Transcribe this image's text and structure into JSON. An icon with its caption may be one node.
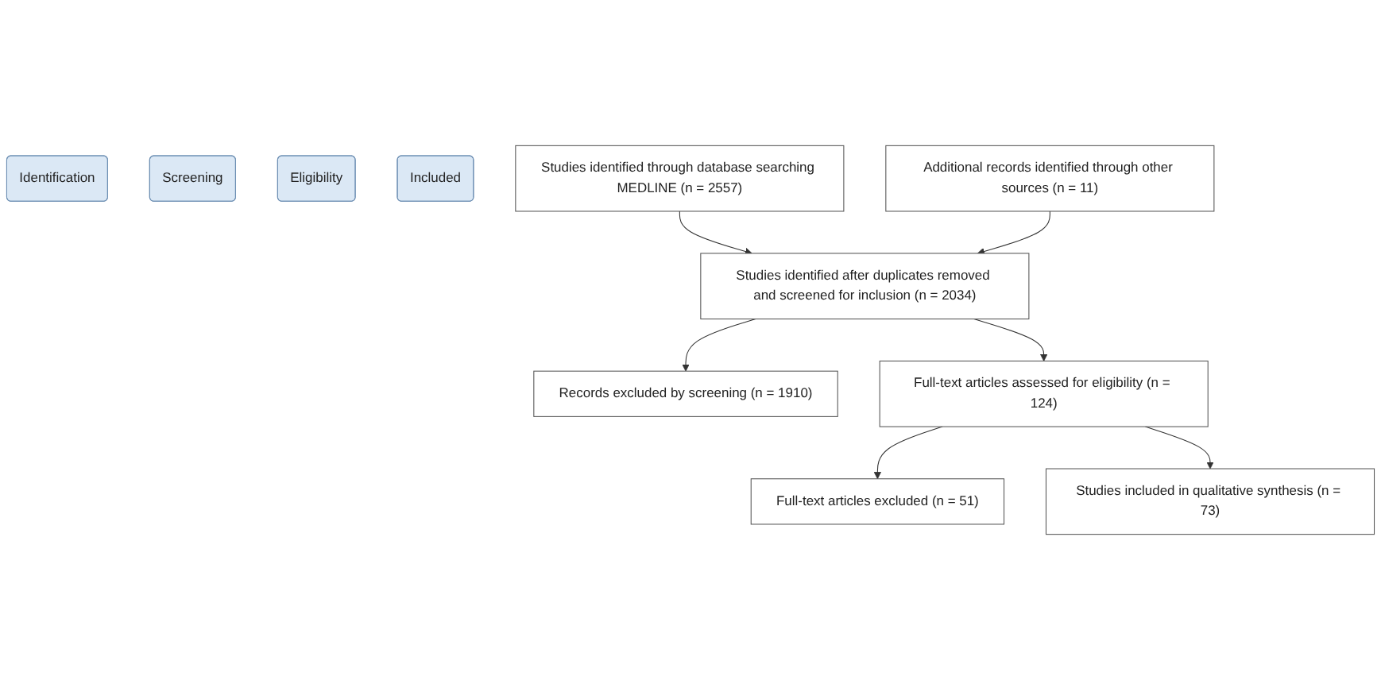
{
  "diagram": {
    "nodes": [
      {
        "text": [
          "Identification"
        ]
      },
      {
        "text": [
          "Screening"
        ]
      },
      {
        "text": [
          "Eligibility"
        ]
      },
      {
        "text": [
          "Included"
        ]
      },
      {
        "text": [
          "Studies identified through database searching MEDLINE (n = 2557)"
        ]
      },
      {
        "text": [
          "Additional records identified through other sources (n = 11)"
        ]
      },
      {
        "text": [
          "Studies identified after duplicates removed and screened for inclusion (n = 2034)"
        ]
      },
      {
        "text": [
          "Records excluded by screening (n = 1910)"
        ]
      },
      {
        "text": [
          "Full-text articles assessed for eligibility (n = 124)"
        ]
      },
      {
        "text": [
          "Full-text articles excluded (n = 51)"
        ]
      },
      {
        "text": [
          "Studies included in qualitative synthesis (n = 73)"
        ]
      }
    ],
    "edges": [
      {
        "from": 4,
        "to": 6,
        "arrow": "to"
      },
      {
        "from": 5,
        "to": 6,
        "arrow": "to"
      },
      {
        "from": 6,
        "to": 7,
        "arrow": "to"
      },
      {
        "from": 6,
        "to": 8,
        "arrow": "to"
      },
      {
        "from": 8,
        "to": 9,
        "arrow": "to"
      },
      {
        "from": 8,
        "to": 10,
        "arrow": "to"
      }
    ]
  }
}
